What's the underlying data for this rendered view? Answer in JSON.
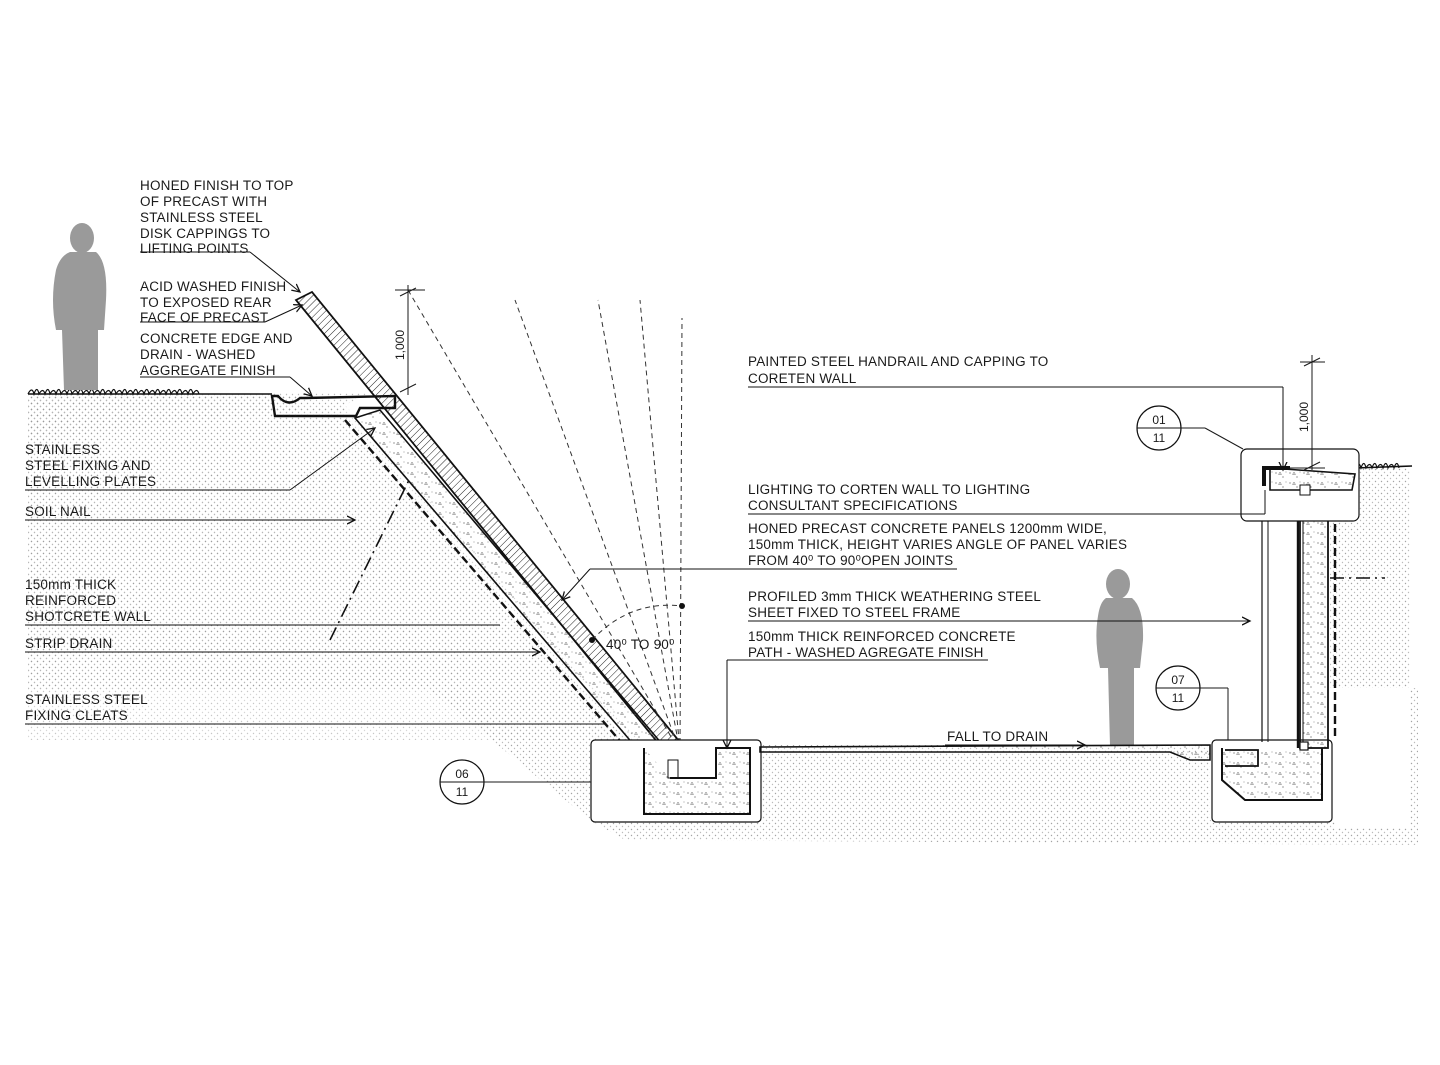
{
  "labels": {
    "honed_finish": [
      "HONED FINISH TO TOP",
      "OF PRECAST WITH",
      "STAINLESS STEEL",
      "DISK CAPPINGS TO",
      "LIFTING POINTS"
    ],
    "acid_washed": [
      "ACID WASHED FINISH",
      "TO EXPOSED REAR",
      "FACE OF PRECAST"
    ],
    "concrete_edge": [
      "CONCRETE EDGE AND",
      "DRAIN - WASHED",
      "AGGREGATE FINISH"
    ],
    "stainless_fixing": [
      "STAINLESS",
      "STEEL FIXING AND",
      "LEVELLING PLATES"
    ],
    "soil_nail": [
      "SOIL NAIL"
    ],
    "shotcrete": [
      "150mm THICK",
      "REINFORCED",
      "SHOTCRETE WALL"
    ],
    "strip_drain": [
      "STRIP DRAIN"
    ],
    "fixing_cleats": [
      "STAINLESS STEEL",
      "FIXING CLEATS"
    ],
    "handrail": [
      "PAINTED STEEL HANDRAIL  AND CAPPING TO",
      "CORETEN WALL"
    ],
    "lighting": [
      "LIGHTING TO CORTEN WALL TO LIGHTING",
      "CONSULTANT SPECIFICATIONS"
    ],
    "precast_panels": [
      "HONED PRECAST CONCRETE PANELS 1200mm WIDE,",
      "150mm THICK, HEIGHT VARIES ANGLE OF PANEL VARIES",
      "FROM 40⁰ TO 90⁰OPEN JOINTS"
    ],
    "weathering_steel": [
      "PROFILED 3mm THICK WEATHERING STEEL",
      "SHEET FIXED TO STEEL FRAME"
    ],
    "path": [
      "150mm THICK REINFORCED CONCRETE",
      "PATH - WASHED AGREGATE FINISH"
    ],
    "fall_to_drain": [
      "FALL TO DRAIN"
    ]
  },
  "angle_label": "40⁰ TO 90⁰",
  "dimensions": {
    "panel_height": "1,000",
    "handrail_height": "1,000"
  },
  "detail_refs": [
    {
      "detail": "06",
      "sheet": "11"
    },
    {
      "detail": "01",
      "sheet": "11"
    },
    {
      "detail": "07",
      "sheet": "11"
    }
  ]
}
